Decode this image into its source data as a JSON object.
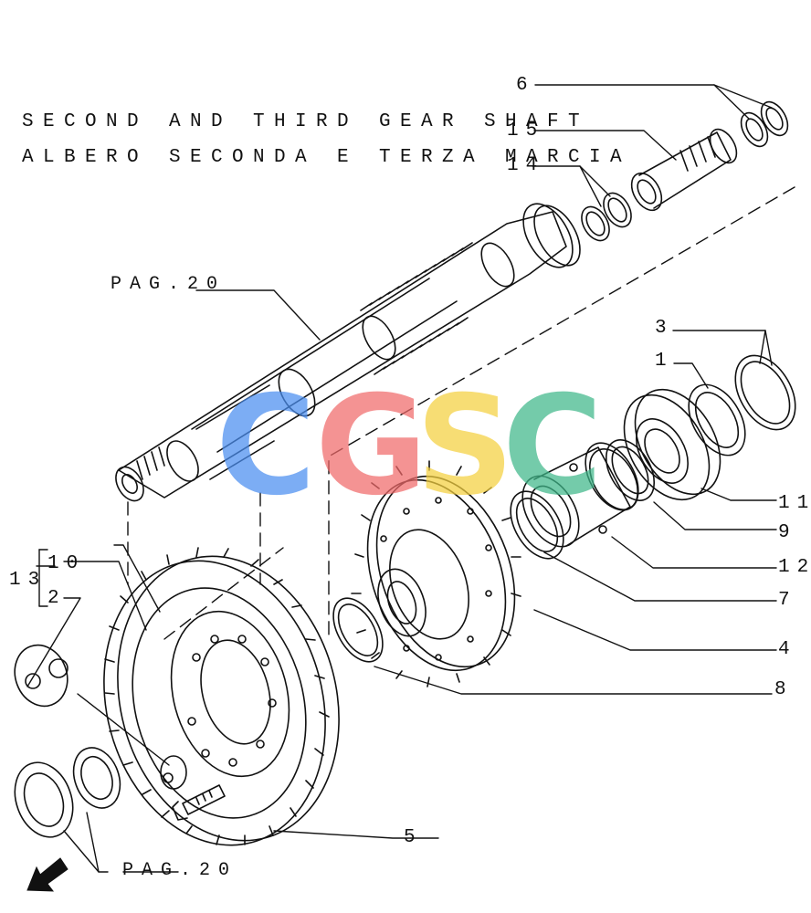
{
  "title": {
    "en": "SECOND AND THIRD GEAR SHAFT",
    "it": "ALBERO SECONDA E TERZA MARCIA"
  },
  "references": {
    "shaft_ref": "PAG.20",
    "bearing_ref": "PAG.20"
  },
  "callouts": [
    "6",
    "15",
    "14",
    "3",
    "1",
    "11",
    "9",
    "12",
    "7",
    "4",
    "8",
    "5",
    "10",
    "2",
    "13"
  ],
  "watermark": {
    "letters": [
      "C",
      "G",
      "S",
      "C"
    ],
    "colors": [
      "#4a8ef0",
      "#f06a6a",
      "#f5d040",
      "#3fb88a"
    ]
  },
  "colors": {
    "line": "#111111",
    "background": "#ffffff"
  },
  "icons": [
    "direction-arrow-icon"
  ]
}
